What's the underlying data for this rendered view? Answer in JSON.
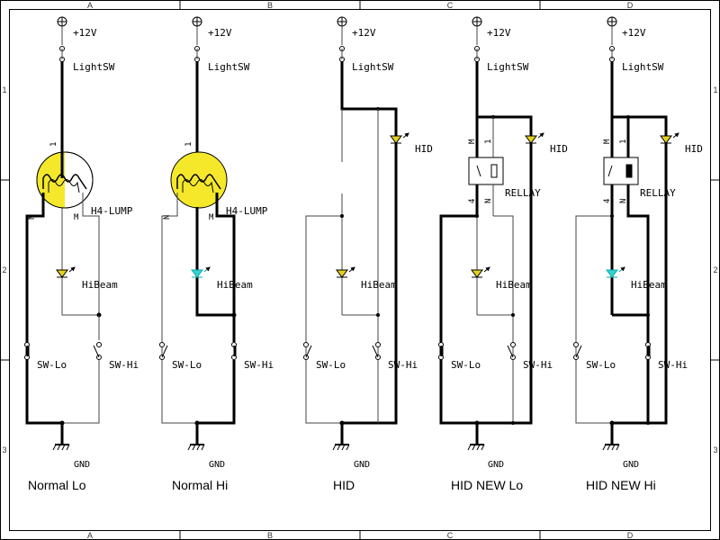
{
  "grid": {
    "columns": [
      "A",
      "B",
      "C",
      "D"
    ],
    "rows": [
      "1",
      "2",
      "3"
    ]
  },
  "colors": {
    "lamp_fill": "#f5e82a",
    "led_off": "#e6d21e",
    "led_on": "#35d2d2",
    "wire": "#000000"
  },
  "circuits": [
    {
      "caption": "Normal Lo",
      "supply": "+12V",
      "switch": "LightSW",
      "lamp": "H4-LUMP",
      "indicator": "HiBeam",
      "sw_lo": "SW-Lo",
      "sw_hi": "SW-Hi",
      "gnd": "GND",
      "pin1": "1",
      "pinN": "N",
      "pinM": "M"
    },
    {
      "caption": "Normal Hi",
      "supply": "+12V",
      "switch": "LightSW",
      "lamp": "H4-LUMP",
      "indicator": "HiBeam",
      "sw_lo": "SW-Lo",
      "sw_hi": "SW-Hi",
      "gnd": "GND",
      "pin1": "1",
      "pinN": "N",
      "pinM": "M"
    },
    {
      "caption": "HID",
      "supply": "+12V",
      "switch": "LightSW",
      "hid": "HID",
      "indicator": "HiBeam",
      "sw_lo": "SW-Lo",
      "sw_hi": "SW-Hi",
      "gnd": "GND"
    },
    {
      "caption": "HID NEW Lo",
      "supply": "+12V",
      "switch": "LightSW",
      "hid": "HID",
      "relay": "RELLAY",
      "indicator": "HiBeam",
      "sw_lo": "SW-Lo",
      "sw_hi": "SW-Hi",
      "gnd": "GND",
      "pinM": "M",
      "pin1": "1",
      "pin4": "4",
      "pinN": "N"
    },
    {
      "caption": "HID NEW Hi",
      "supply": "+12V",
      "switch": "LightSW",
      "hid": "HID",
      "relay": "RELLAY",
      "indicator": "HiBeam",
      "sw_lo": "SW-Lo",
      "sw_hi": "SW-Hi",
      "gnd": "GND",
      "pinM": "M",
      "pin1": "1",
      "pin4": "4",
      "pinN": "N"
    }
  ]
}
